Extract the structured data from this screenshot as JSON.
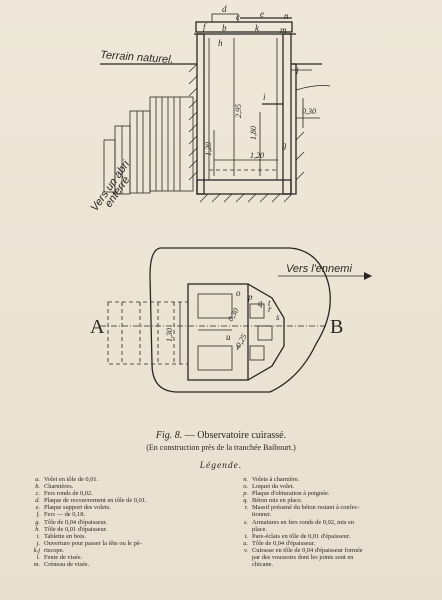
{
  "top_drawing": {
    "terrain_label": "Terrain naturel.",
    "abri_label_line1": "Vers un abri",
    "abri_label_line2": "enterré",
    "letters": {
      "d": "d",
      "c": "c",
      "e": "e",
      "n": "n",
      "f": "f",
      "b": "b",
      "k": "k",
      "m": "m",
      "h": "h",
      "l": "l",
      "i": "i",
      "g": "g"
    },
    "dims": {
      "height_total": "2,95",
      "h180": "1,80",
      "h120_left": "1,20",
      "h120_bottom": "1,20",
      "w030": "0,30"
    }
  },
  "plan_drawing": {
    "ennemi_label": "Vers l'ennemi",
    "point_a": "A",
    "point_b": "B",
    "dims": {
      "d130": "1,30",
      "d030": "0,30",
      "d025": "0,25"
    },
    "letters": {
      "o": "o",
      "p": "p",
      "q": "q",
      "r": "r",
      "s": "s",
      "t": "t",
      "u": "u",
      "v": "v"
    }
  },
  "caption": {
    "fig_label": "Fig. 8.",
    "title": "— Observatoire cuirassé.",
    "subtitle": "(En construction près de la tranchée Baibourt.)"
  },
  "legend": {
    "title": "Légende.",
    "left": [
      {
        "k": "a.",
        "v": "Volet en tôle de 0,01."
      },
      {
        "k": "b.",
        "v": "Charnières."
      },
      {
        "k": "c.",
        "v": "Fers ronds de 0,02."
      },
      {
        "k": "d.",
        "v": "Plaque de recouvrement en tôle de 0,01."
      },
      {
        "k": "e.",
        "v": "Plaque support des volets."
      },
      {
        "k": "f.",
        "v": "Fers — de 0,18."
      },
      {
        "k": "g.",
        "v": "Tôle de 0,04 d'épaisseur."
      },
      {
        "k": "h.",
        "v": "Tôle de 0,01 d'épaisseur."
      },
      {
        "k": "i.",
        "v": "Tablette en bois."
      },
      {
        "k": "j.",
        "v": "Ouverture pour passer la tête ou le pé-"
      },
      {
        "k": "k.j",
        "v": "riscope."
      },
      {
        "k": "l.",
        "v": "Fente de visée."
      },
      {
        "k": "m.",
        "v": "Créneau de visée."
      }
    ],
    "right": [
      {
        "k": "n.",
        "v": "Volets à charnière."
      },
      {
        "k": "o.",
        "v": "Loquet du volet."
      },
      {
        "k": "p.",
        "v": "Plaque d'obturation à poignée."
      },
      {
        "k": "q.",
        "v": "Béton mis en place."
      },
      {
        "k": "r.",
        "v": "Massif préssmé du béton restant à confec-"
      },
      {
        "k": "",
        "v": "tionner."
      },
      {
        "k": "s.",
        "v": "Armatures en fers ronds de 0,02, mis en"
      },
      {
        "k": "",
        "v": "place."
      },
      {
        "k": "t.",
        "v": "Pare-éclats en tôle de 0,01 d'épaisseur."
      },
      {
        "k": "u.",
        "v": "Tôle de 0,04 d'épaisseur."
      },
      {
        "k": "v.",
        "v": "Cuirasse en tôle de 0,04 d'épaisseur formée"
      },
      {
        "k": "",
        "v": "par des voussoirs dont les joints sont en"
      },
      {
        "k": "",
        "v": "chicane."
      }
    ]
  }
}
